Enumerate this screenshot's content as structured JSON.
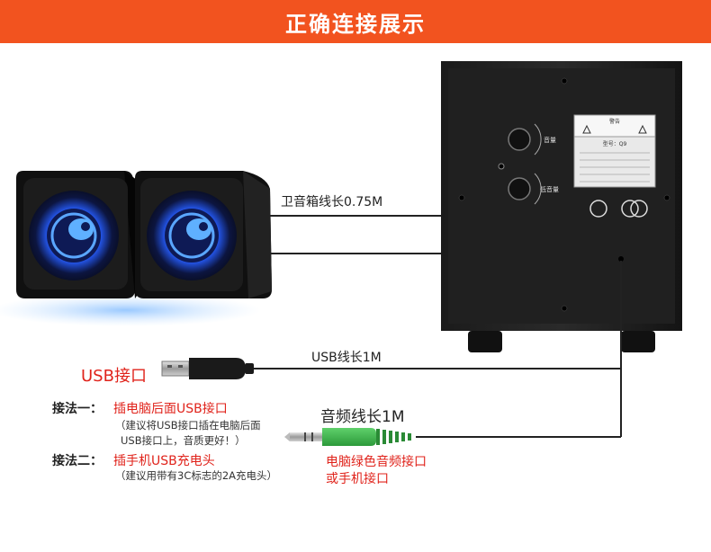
{
  "banner": {
    "title": "正确连接展示"
  },
  "labels": {
    "satellite_cable": "卫音箱线长0.75M",
    "usb_cable": "USB线长1M",
    "audio_cable": "音频线长1M",
    "usb_port": "USB接口",
    "method1_title": "接法一：",
    "method1_text": "插电脑后面USB接口",
    "method1_note_line1": "（建议将USB接口插在电脑后面",
    "method1_note_line2": "USB接口上，音质更好！）",
    "method2_title": "接法二：",
    "method2_text": "插手机USB充电头",
    "method2_note": "（建议用带有3C标志的2A充电头）",
    "audio_port_line1": "电脑绿色音频接口",
    "audio_port_line2": "或手机接口"
  },
  "subwoofer_panel": {
    "knob1_label": "音量",
    "knob2_label": "低音量",
    "warning_title": "警告",
    "model_label": "型号：Q9"
  },
  "colors": {
    "banner": "#f2531f",
    "label_red": "#e0231b",
    "plug_green": "#3cb44a",
    "speaker_glow": "#2f6bff"
  }
}
